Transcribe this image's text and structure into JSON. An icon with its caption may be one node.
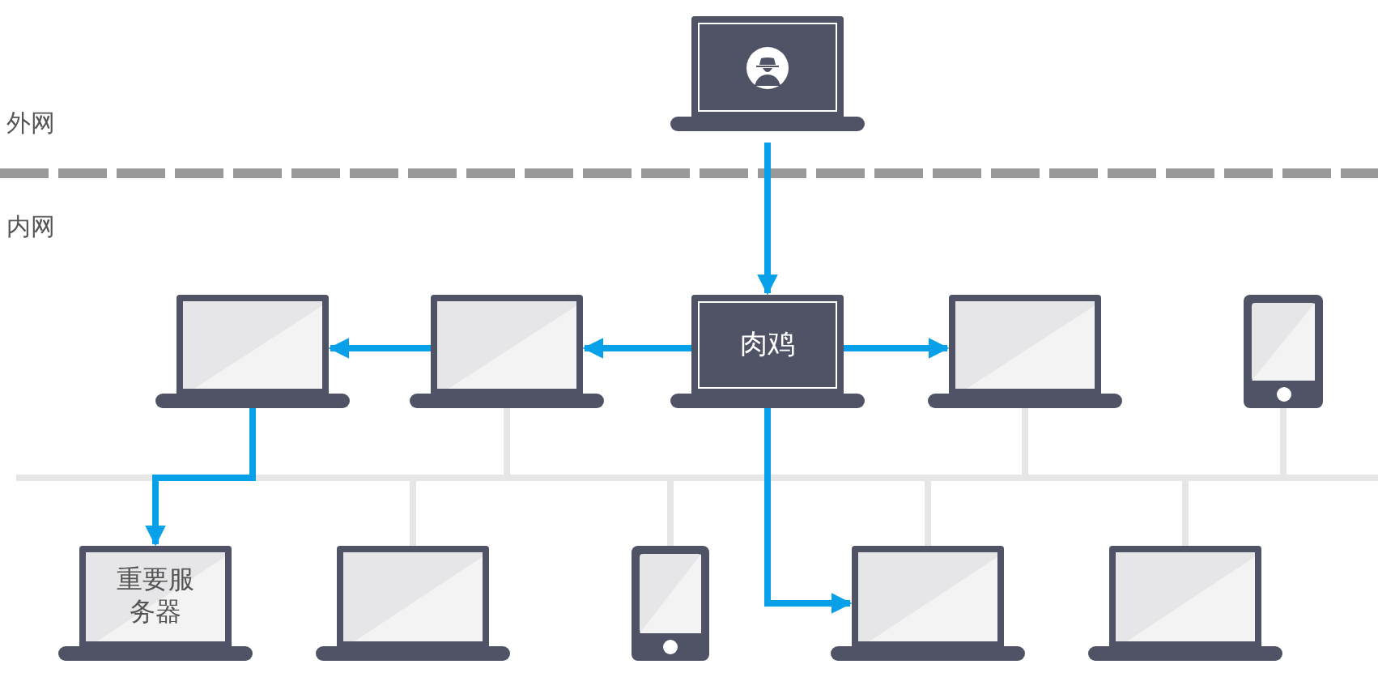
{
  "diagram": {
    "nodes": [
      {
        "text": [],
        "shape": "picture"
      },
      {
        "text": [],
        "shape": "picture"
      },
      {
        "text": [],
        "shape": "picture"
      },
      {
        "text": [
          "肉鸡"
        ]
      },
      {
        "text": [],
        "shape": "picture"
      },
      {
        "text": [],
        "shape": "picture"
      },
      {
        "text": [],
        "shape": "bar"
      },
      {
        "text": [
          "重要服务器"
        ]
      },
      {
        "text": [],
        "shape": "picture"
      },
      {
        "text": [],
        "shape": "picture"
      },
      {
        "text": [],
        "shape": "picture"
      },
      {
        "text": [],
        "shape": "picture"
      }
    ],
    "edges": [
      {
        "from": 0,
        "to": 3,
        "arrow": "to",
        "color": "#08a0e9"
      },
      {
        "from": 3,
        "to": 2,
        "arrow": "to",
        "color": "#08a0e9"
      },
      {
        "from": 2,
        "to": 1,
        "arrow": "to",
        "color": "#08a0e9"
      },
      {
        "from": 3,
        "to": 4,
        "arrow": "to",
        "color": "#08a0e9"
      },
      {
        "from": 1,
        "to": 7,
        "arrow": "to",
        "color": "#08a0e9"
      },
      {
        "from": 3,
        "to": 10,
        "arrow": "to",
        "color": "#08a0e9"
      },
      {
        "from": 2,
        "to": 6,
        "arrow": "none"
      },
      {
        "from": 4,
        "to": 6,
        "arrow": "none"
      },
      {
        "from": 5,
        "to": 6,
        "arrow": "none"
      },
      {
        "from": 8,
        "to": 6,
        "arrow": "none"
      },
      {
        "from": 9,
        "to": 6,
        "arrow": "none"
      },
      {
        "from": 10,
        "to": 6,
        "arrow": "none"
      },
      {
        "from": 11,
        "to": 6,
        "arrow": "none"
      }
    ],
    "labels": [
      "外网",
      "内网"
    ]
  }
}
